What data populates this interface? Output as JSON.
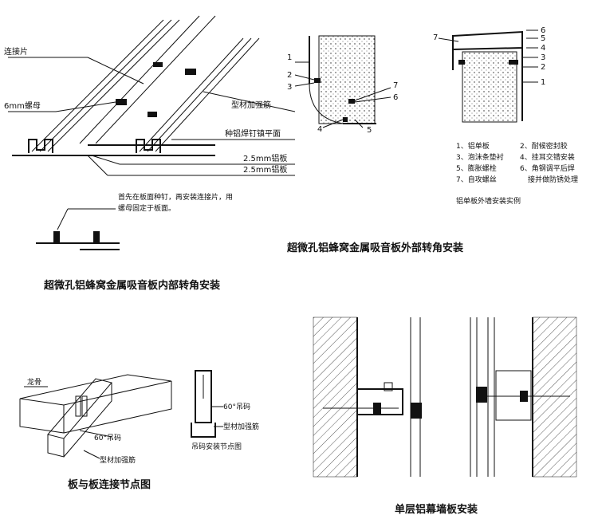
{
  "top_left": {
    "labels": {
      "lianjiepian": "连接片",
      "luomu": "6mm螺母",
      "xingcai": "型材加强筋",
      "zhongding": "种铝焊钉镇平面",
      "lvban1": "2.5mm铝板",
      "lvban2": "2.5mm铝板"
    },
    "note_line1": "首先在板面种钉，再安装连接片，用",
    "note_line2": "螺母固定于板面。",
    "title": "超微孔铝蜂窝金属吸音板内部转角安装"
  },
  "top_mid": {
    "nums": [
      "1",
      "2",
      "3",
      "4",
      "5",
      "6",
      "7"
    ]
  },
  "top_right": {
    "nums": [
      "7",
      "6",
      "5",
      "4",
      "3",
      "2",
      "1"
    ],
    "legend": [
      "1、铝单板",
      "2、耐候密封胶",
      "3、泡沫条垫衬",
      "4、挂耳交错安装",
      "5、膨胀螺栓",
      "6、角钢调平后焊",
      "7、自攻螺丝",
      "接并做防锈处理"
    ],
    "caption": "铝单板外墙安装实例"
  },
  "top_mid_title": "超微孔铝蜂窝金属吸音板外部转角安装",
  "bottom_left": {
    "longgu": "龙骨",
    "diaoma1": "60°吊码",
    "xingcai1": "型材加强筋",
    "diaoma2": "60°吊码",
    "xingcai2": "型材加强筋",
    "node_caption": "吊码安装节点图",
    "title": "板与板连接节点图"
  },
  "bottom_right": {
    "title": "单层铝幕墙板安装"
  }
}
